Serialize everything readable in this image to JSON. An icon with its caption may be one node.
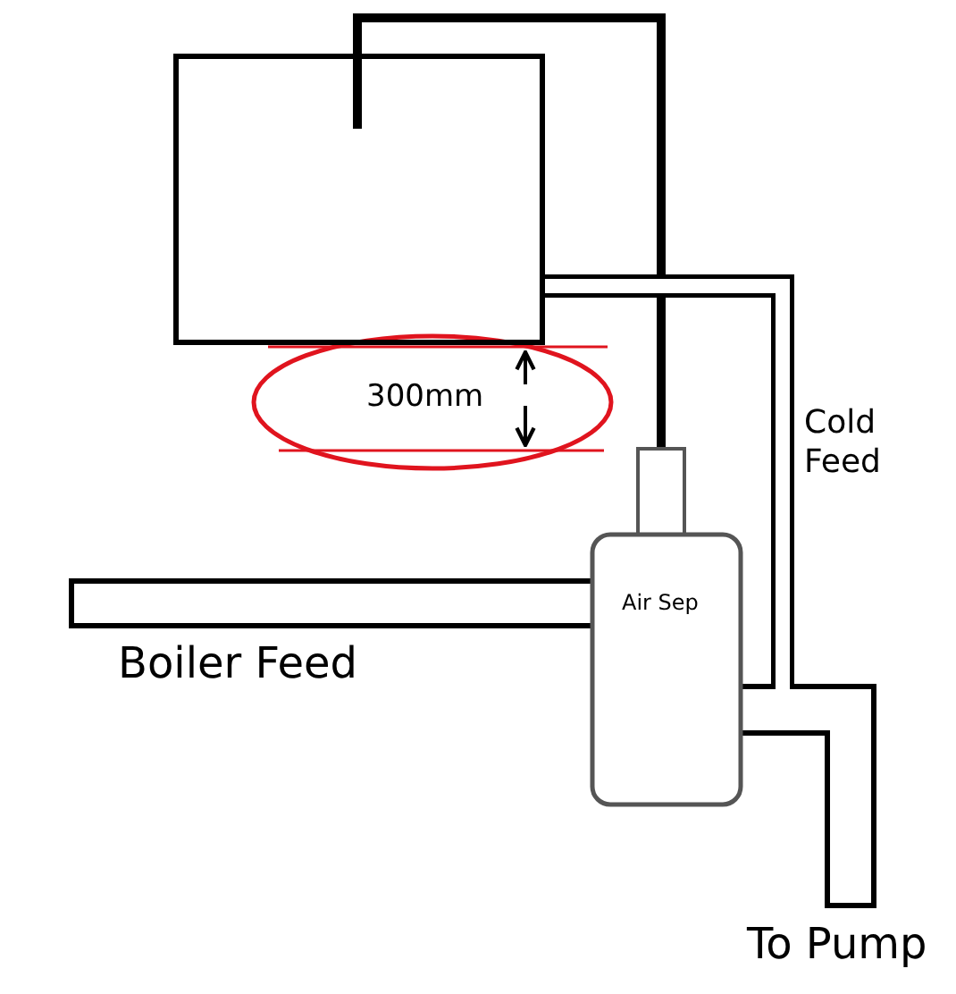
{
  "diagram": {
    "nodes": [
      {
        "text": [],
        "shape": "box"
      },
      {
        "text": [
          "Air Sep"
        ]
      }
    ],
    "edges": [
      {
        "from": 0,
        "to": 1,
        "arrow": "none"
      },
      {
        "from": 0,
        "to": 1,
        "arrow": "none",
        "style": "thick"
      }
    ],
    "labels": [
      "300mm",
      "Cold Feed",
      "Boiler Feed",
      "To Pump"
    ]
  }
}
